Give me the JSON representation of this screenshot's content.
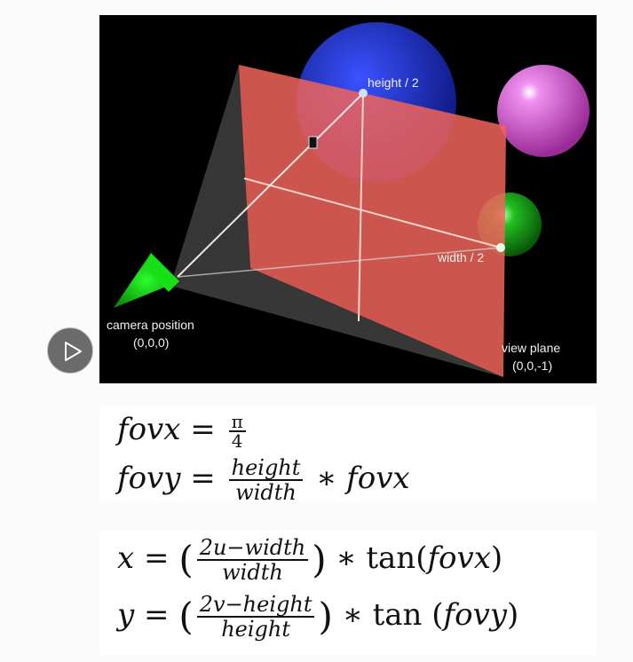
{
  "scene": {
    "labels": {
      "height_half": "height / 2",
      "width_half": "width / 2",
      "camera_title": "camera position",
      "camera_coords": "(0,0,0)",
      "plane_title": "view plane",
      "plane_coords": "(0,0,-1)"
    },
    "colors": {
      "background": "#000000",
      "view_plane": "#f0645c",
      "camera": "#18c418",
      "sphere_blue": "#2a3ad8",
      "sphere_pink": "#e860e0",
      "sphere_green": "#20b020"
    }
  },
  "controls": {
    "play_icon": "play-icon"
  },
  "equations_fov": {
    "line1": {
      "lhs": "fovx",
      "eq": "=",
      "num": "π",
      "den": "4"
    },
    "line2": {
      "lhs": "fovy",
      "eq": "=",
      "num": "height",
      "den": "width",
      "op": "∗",
      "rhs": "fovx"
    }
  },
  "equations_xy": {
    "line1": {
      "lhs": "x",
      "eq": "=",
      "num": "2u−width",
      "den": "width",
      "op": "∗",
      "fn": "tan",
      "arg": "fovx"
    },
    "line2": {
      "lhs": "y",
      "eq": "=",
      "num": "2v−height",
      "den": "height",
      "op": "∗",
      "fn": "tan",
      "arg": "fovy"
    }
  }
}
